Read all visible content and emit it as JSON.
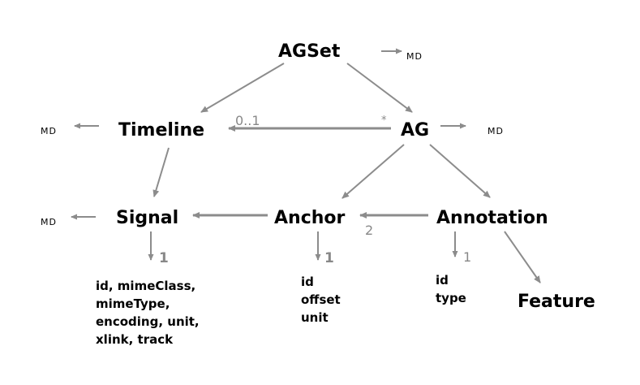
{
  "nodes": {
    "agset": "AGSet",
    "timeline": "Timeline",
    "ag": "AG",
    "signal": "Signal",
    "anchor": "Anchor",
    "annotation": "Annotation",
    "feature": "Feature"
  },
  "metadata_label": "MD",
  "multiplicities": {
    "timeline_ag": "0..1",
    "ag_timeline": "*",
    "annotation_anchor": "2",
    "signal_attrs": "1",
    "anchor_attrs": "1",
    "annotation_attrs": "1"
  },
  "attributes": {
    "signal": [
      "id, mimeClass,",
      "mimeType,",
      "encoding, unit,",
      "xlink, track"
    ],
    "anchor": [
      "id",
      "offset",
      "unit"
    ],
    "annotation": [
      "id",
      "type"
    ]
  },
  "colors": {
    "edge": "#8c8c8c",
    "text": "#000000"
  }
}
